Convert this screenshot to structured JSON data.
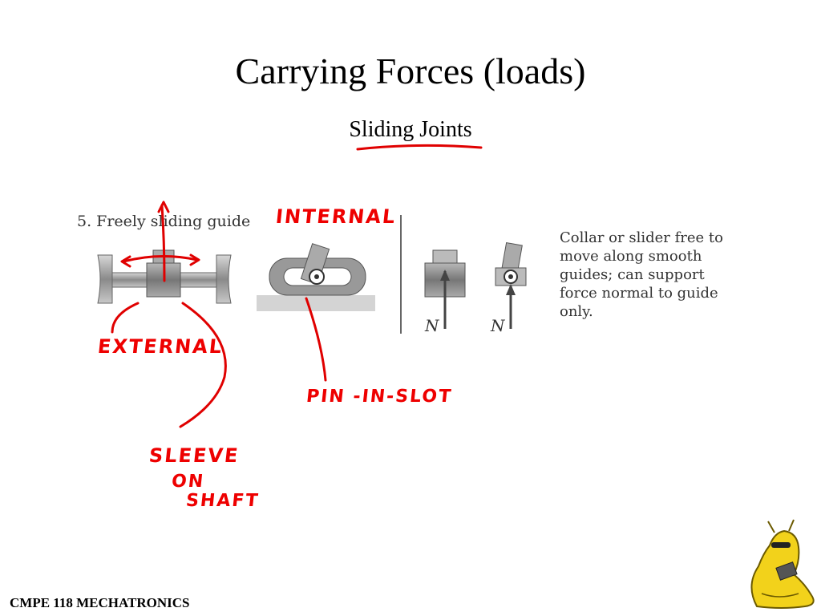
{
  "slide": {
    "title": "Carrying Forces (loads)",
    "subtitle": "Sliding Joints",
    "footer": "CMPE 118 MECHATRONICS"
  },
  "figure": {
    "guide_label": "5. Freely sliding guide",
    "caption_lines": [
      "Collar or slider free to",
      "move along smooth",
      "guides; can support",
      "force normal to guide",
      "only."
    ],
    "force_labels": [
      "N",
      "N"
    ]
  },
  "annotations": {
    "internal": "INTERNAL",
    "external": "EXTERNAL",
    "pin_in_slot": "PIN -IN-SLOT",
    "sleeve_lines": [
      "SLEEVE",
      "ON",
      "SHAFT"
    ]
  },
  "colors": {
    "ink": "#e00000",
    "figure_gray": "#888888",
    "mascot": "#f2d21b"
  }
}
